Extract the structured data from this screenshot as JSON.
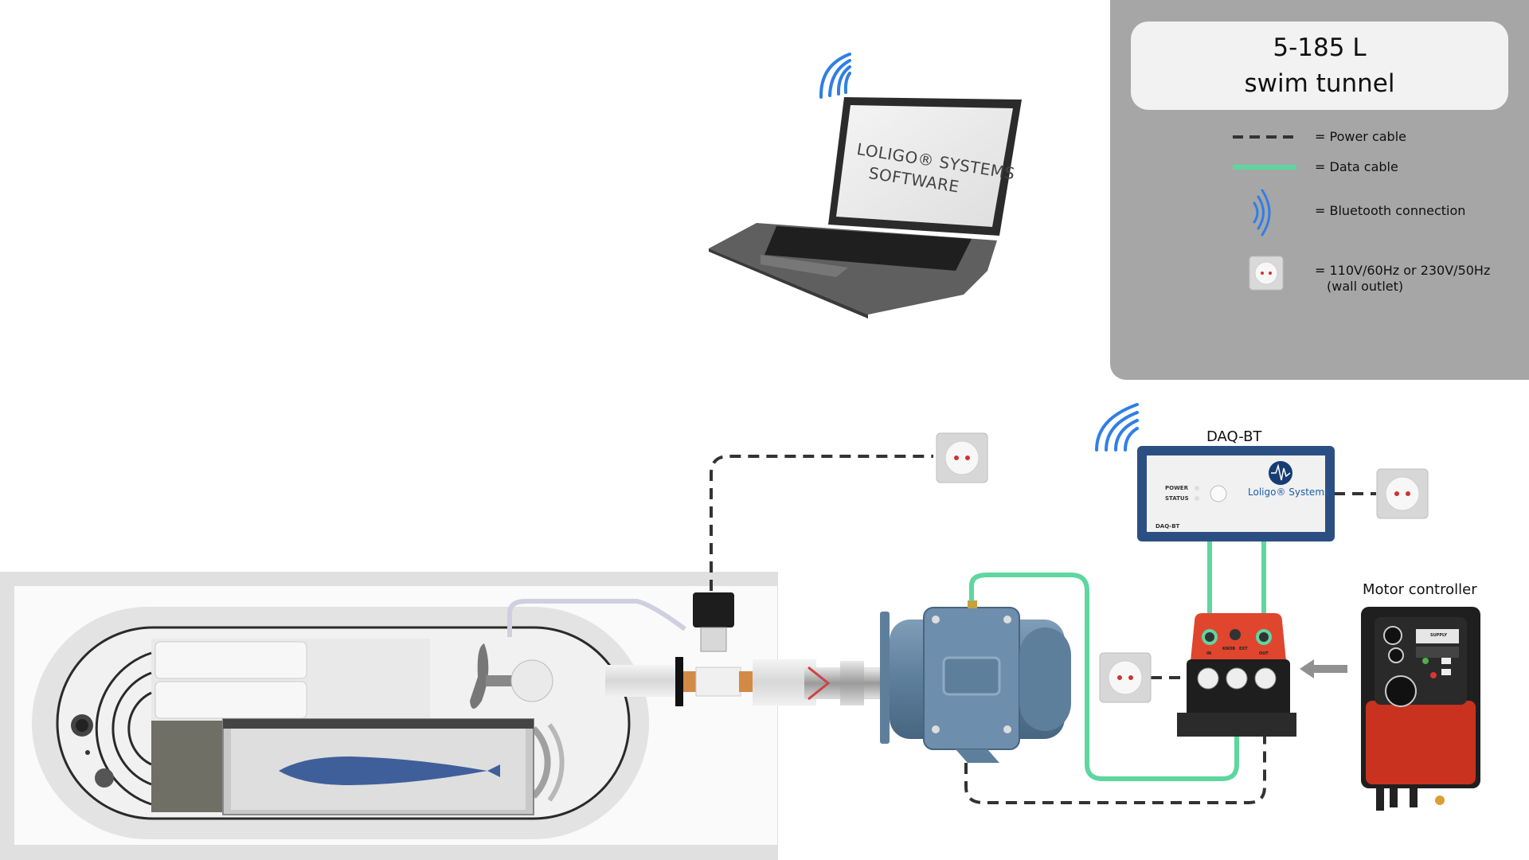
{
  "legend": {
    "title_line1": "5-185 L",
    "title_line2": "swim tunnel",
    "power_cable": "= Power cable",
    "data_cable": "= Data cable",
    "bluetooth": "= Bluetooth connection",
    "outlet_line1": "= 110V/60Hz  or  230V/50Hz",
    "outlet_line2": "(wall outlet)"
  },
  "laptop": {
    "screen_line1": "LOLIGO® SYSTEMS",
    "screen_line2": "SOFTWARE"
  },
  "daq": {
    "title": "DAQ-BT",
    "power_label": "POWER",
    "status_label": "STATUS",
    "corner_label": "DAQ-BT",
    "brand": "Loligo® Systems"
  },
  "converter": {
    "in_label": "IN",
    "knob_label": "KNOB",
    "ext_label": "EXT",
    "out_label": "OUT"
  },
  "motor_controller": {
    "title": "Motor controller",
    "supply_label": "SUPPLY"
  },
  "colors": {
    "power_cable": "#333333",
    "data_cable": "#5ed6a0",
    "bluetooth": "#2f7fe6",
    "legend_bg": "#a6a6a6",
    "motor": "#5d7f9c",
    "converter": "#e0452e",
    "controller": "#c8321e",
    "daq_frame": "#2b4f82"
  }
}
